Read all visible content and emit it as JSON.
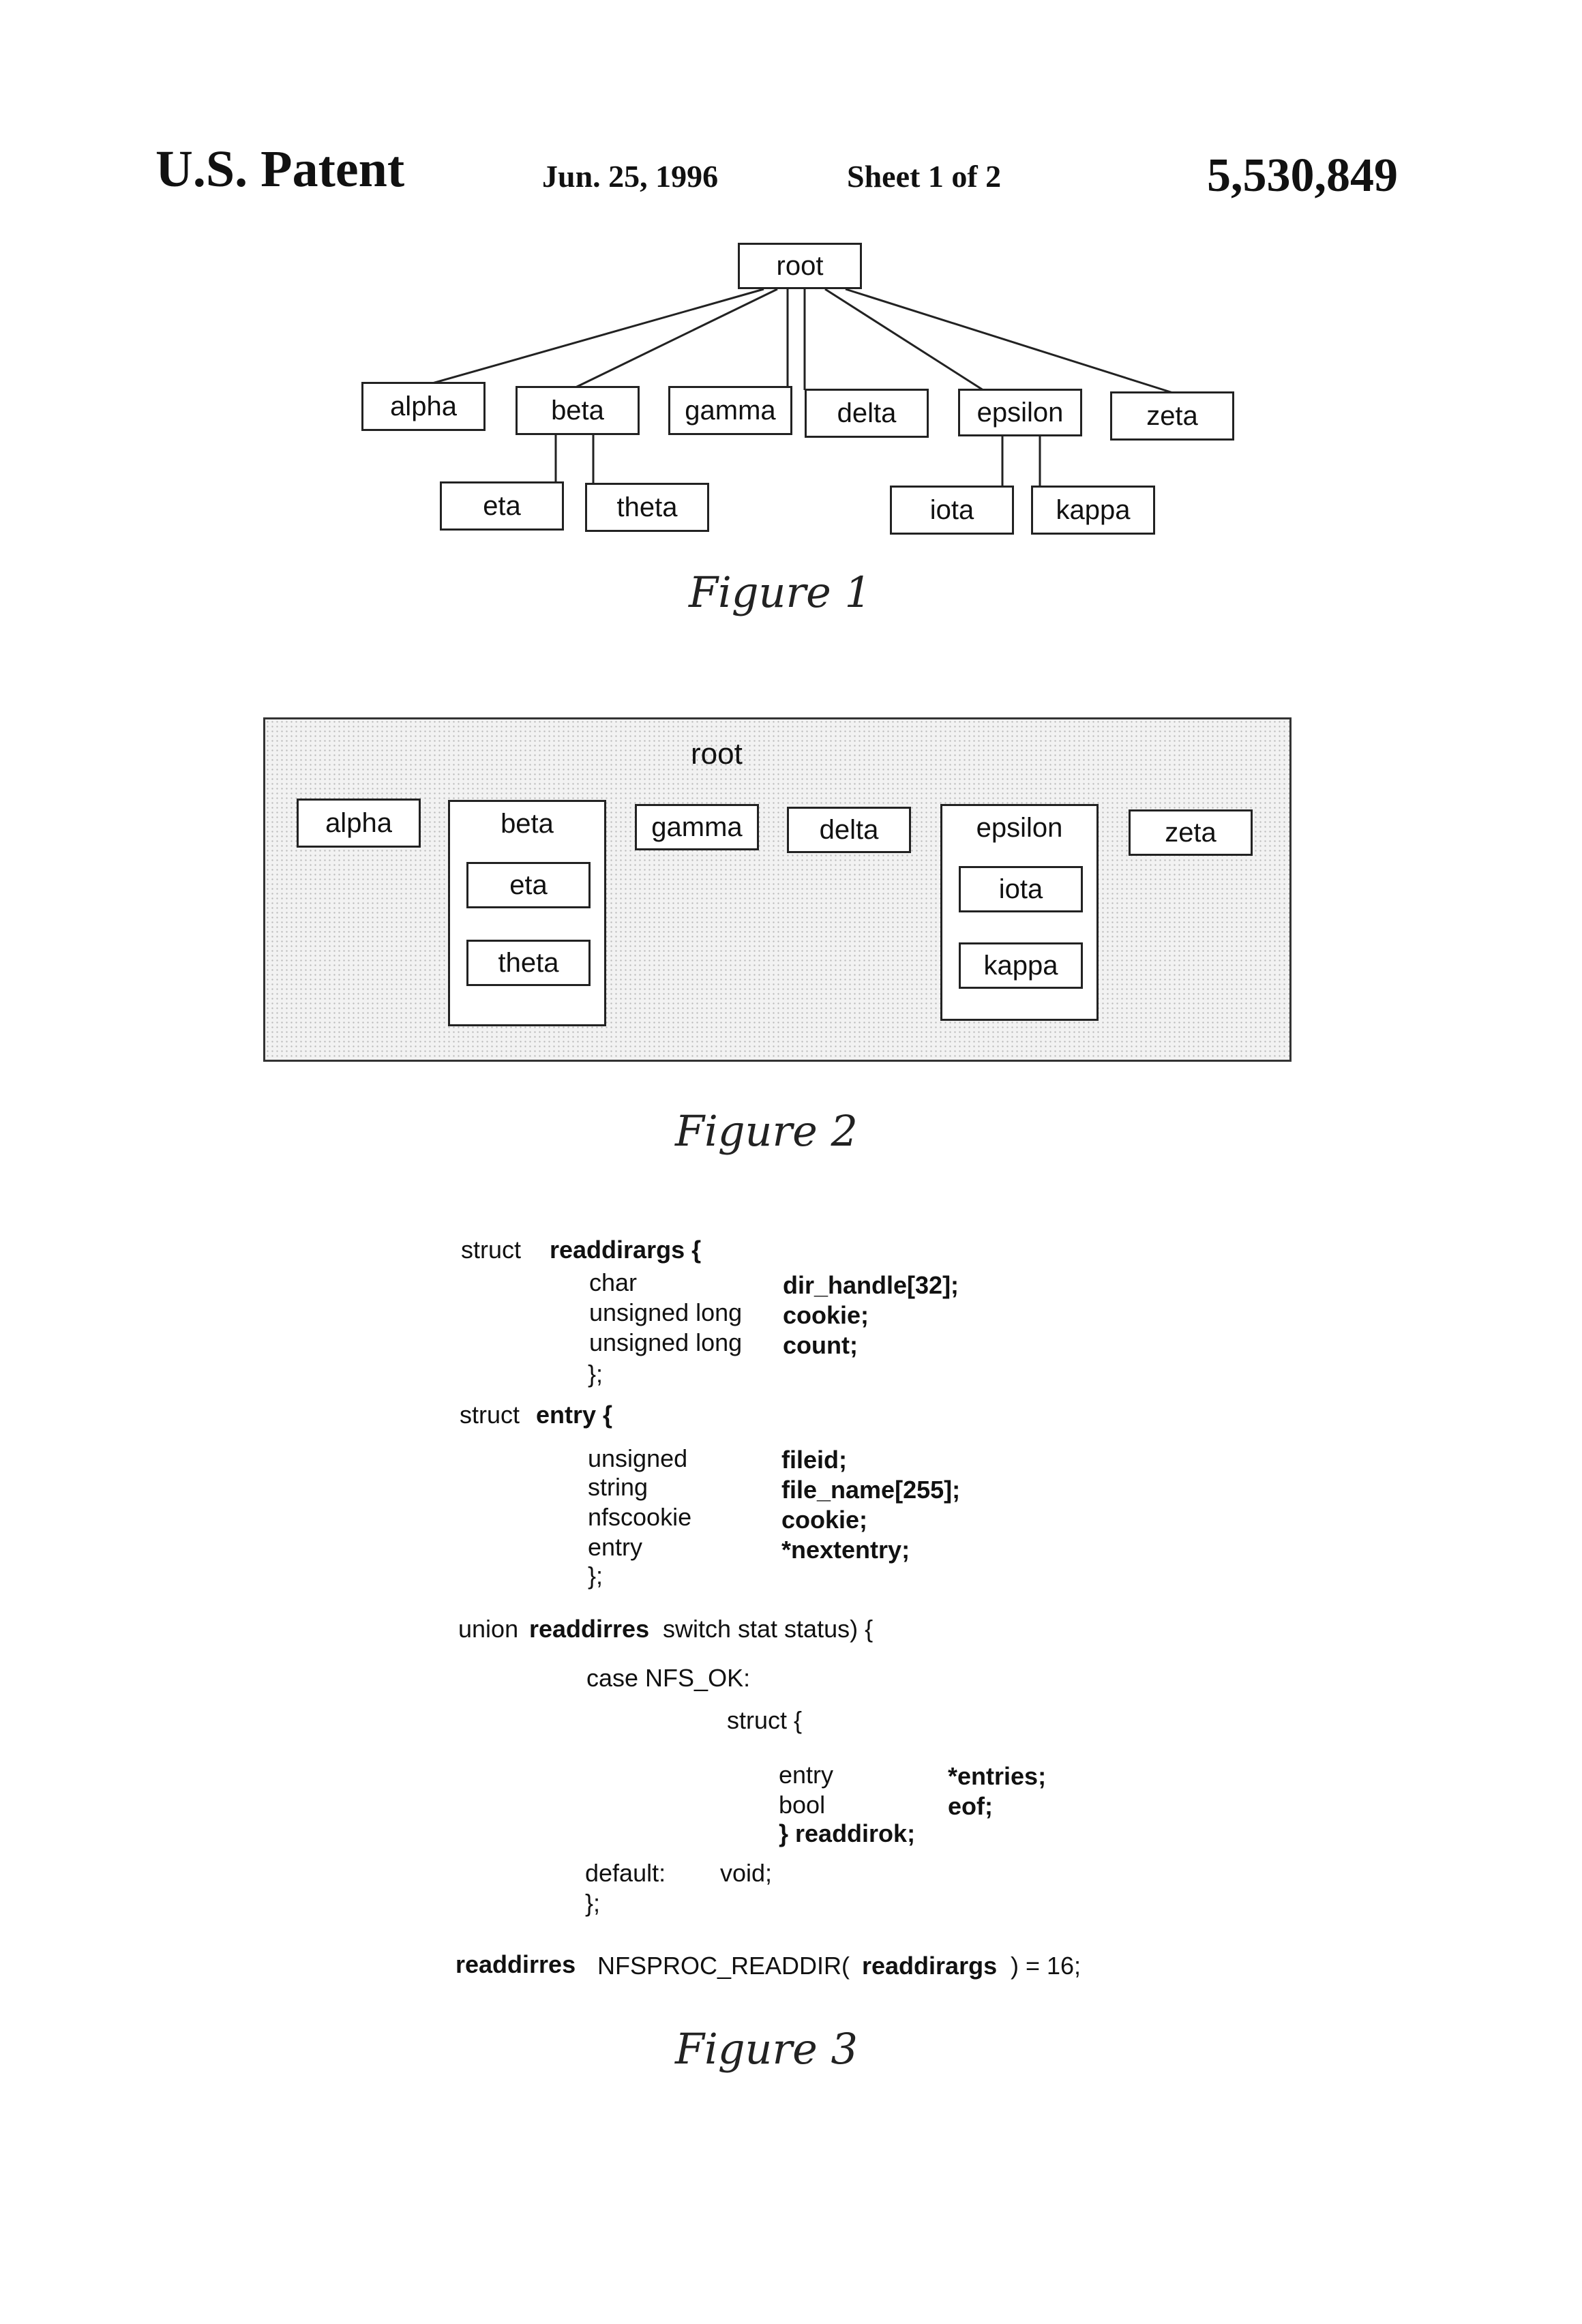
{
  "header": {
    "left": "U.S. Patent",
    "date": "Jun. 25, 1996",
    "sheet": "Sheet 1 of 2",
    "patent_number": "5,530,849"
  },
  "figure1": {
    "root": "root",
    "children": [
      "alpha",
      "beta",
      "gamma",
      "delta",
      "epsilon",
      "zeta"
    ],
    "beta_children": [
      "eta",
      "theta"
    ],
    "epsilon_children": [
      "iota",
      "kappa"
    ],
    "caption": "Figure 1"
  },
  "figure2": {
    "root": "root",
    "alpha": "alpha",
    "beta": "beta",
    "eta": "eta",
    "theta": "theta",
    "gamma": "gamma",
    "delta": "delta",
    "epsilon": "epsilon",
    "iota": "iota",
    "kappa": "kappa",
    "zeta": "zeta",
    "caption": "Figure 2"
  },
  "figure3": {
    "kw_struct": "struct",
    "readdirargs_name": "readdirargs {",
    "readdirargs_types": [
      "char",
      "unsigned long",
      "unsigned long"
    ],
    "readdirargs_fields": [
      "dir_handle[32];",
      "cookie;",
      "count;"
    ],
    "close": "};",
    "entry_name": "entry {",
    "entry_types": [
      "unsigned",
      "string",
      "nfscookie",
      "entry"
    ],
    "entry_fields": [
      "fileid;",
      "file_name[255];",
      "cookie;",
      "*nextentry;"
    ],
    "kw_union": "union",
    "readdirres_name": "readdirres",
    "switch_text": "switch stat status) {",
    "case_text": "case NFS_OK:",
    "inner_struct": "struct {",
    "inner_types": [
      "entry",
      "bool"
    ],
    "inner_fields": [
      "*entries;",
      "eof;"
    ],
    "inner_close": "} readdirok;",
    "default_label": "default:",
    "default_value": "void;",
    "proc_ret": "readdirres",
    "proc_name": "NFSPROC_READDIR(",
    "proc_arg": "readdirargs",
    "proc_end": ") = 16;",
    "caption": "Figure 3"
  }
}
